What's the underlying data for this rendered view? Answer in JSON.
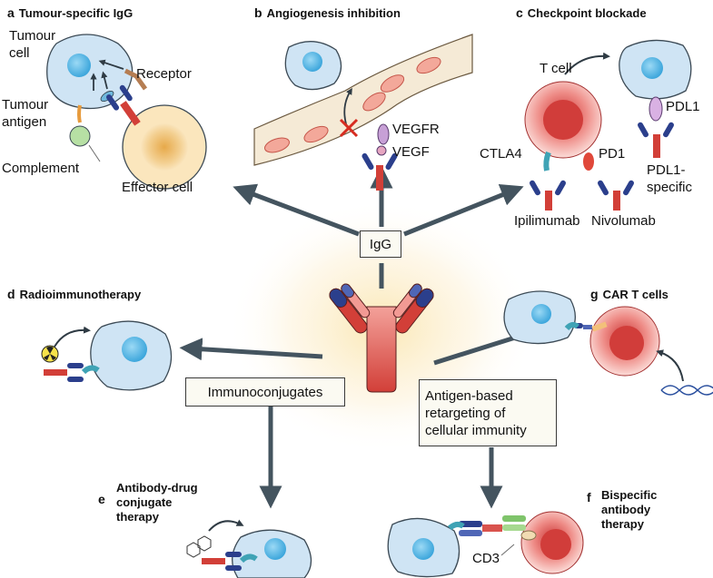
{
  "panels": {
    "a": {
      "letter": "a",
      "title": "Tumour-specific IgG"
    },
    "b": {
      "letter": "b",
      "title": "Angiogenesis inhibition"
    },
    "c": {
      "letter": "c",
      "title": "Checkpoint blockade"
    },
    "d": {
      "letter": "d",
      "title": "Radioimmunotherapy"
    },
    "e": {
      "letter": "e",
      "title_lines": [
        "Antibody-drug",
        "conjugate",
        "therapy"
      ]
    },
    "f": {
      "letter": "f",
      "title_lines": [
        "Bispecific",
        "antibody",
        "therapy"
      ]
    },
    "g": {
      "letter": "g",
      "title": "CAR T cells"
    }
  },
  "labels": {
    "tumour_cell": [
      "Tumour",
      "cell"
    ],
    "receptor": "Receptor",
    "tumour_antigen": [
      "Tumour",
      "antigen"
    ],
    "complement": "Complement",
    "effector_cell": "Effector cell",
    "vegfr": "VEGFR",
    "vegf": "VEGF",
    "t_cell": "T cell",
    "pdl1": "PDL1",
    "ctla4": "CTLA4",
    "pd1": "PD1",
    "pdl1_specific": [
      "PDL1-",
      "specific"
    ],
    "ipilimumab": "Ipilimumab",
    "nivolumab": "Nivolumab",
    "cd3": "CD3"
  },
  "boxes": {
    "igg": "IgG",
    "immunoconjugates": "Immunoconjugates",
    "retargeting": [
      "Antigen-based",
      "retargeting of",
      "cellular immunity"
    ]
  },
  "colors": {
    "tumour_cell_fill": "#cfe4f4",
    "tumour_nucleus": "#4fb3e3",
    "t_cell_fill": "#e5605d",
    "effector_fill": "#f6d9a4",
    "antibody_red": "#d9453f",
    "antibody_blue": "#2b3f8c",
    "vessel_fill": "#f5ead6",
    "arrow": "#44545f"
  }
}
